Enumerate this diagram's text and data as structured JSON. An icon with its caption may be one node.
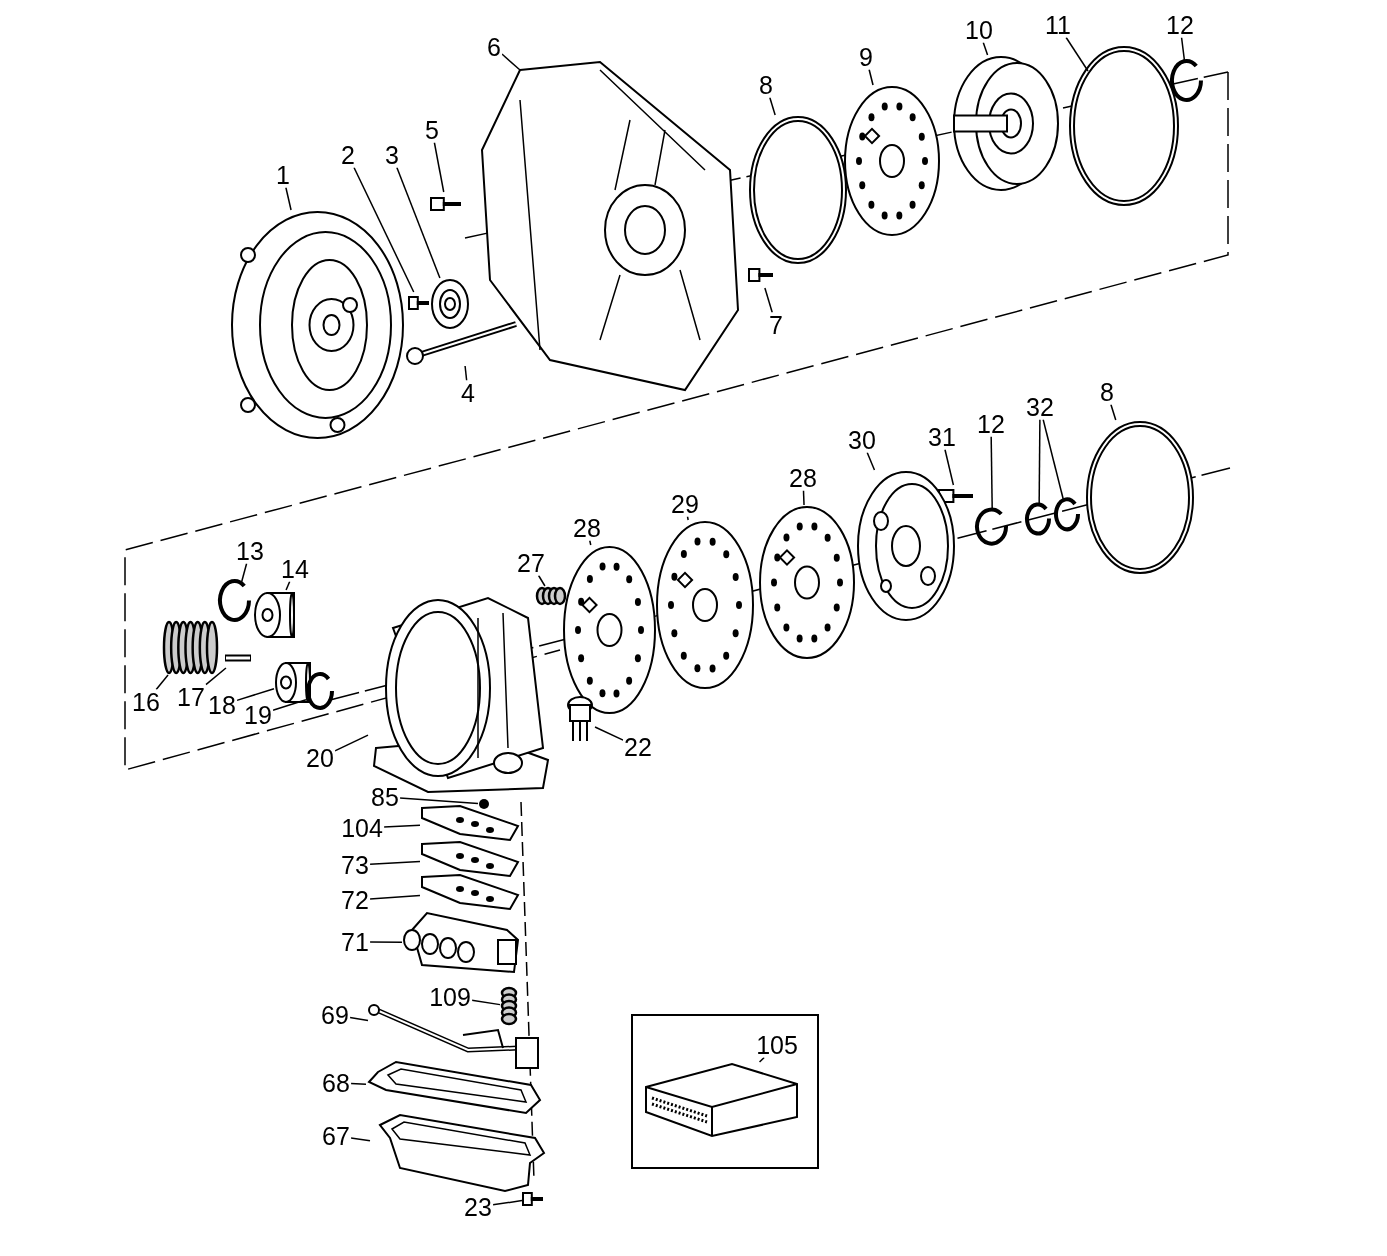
{
  "diagram": {
    "nodes": [
      {
        "text": [
          "1"
        ]
      },
      {
        "text": [],
        "shape": "picture"
      },
      {
        "text": [
          "2"
        ]
      },
      {
        "text": [],
        "shape": "picture"
      },
      {
        "text": [
          "3"
        ]
      },
      {
        "text": [],
        "shape": "picture"
      },
      {
        "text": [
          "5"
        ]
      },
      {
        "text": [],
        "shape": "picture"
      },
      {
        "text": [
          "6"
        ]
      },
      {
        "text": [],
        "shape": "picture"
      },
      {
        "text": [
          "4"
        ]
      },
      {
        "text": [],
        "shape": "picture"
      },
      {
        "text": [
          "7"
        ]
      },
      {
        "text": [],
        "shape": "picture"
      },
      {
        "text": [
          "8"
        ]
      },
      {
        "text": [],
        "shape": "picture"
      },
      {
        "text": [
          "9"
        ]
      },
      {
        "text": [],
        "shape": "picture"
      },
      {
        "text": [
          "10"
        ]
      },
      {
        "text": [],
        "shape": "picture"
      },
      {
        "text": [
          "11"
        ]
      },
      {
        "text": [],
        "shape": "picture"
      },
      {
        "text": [
          "12"
        ]
      },
      {
        "text": [],
        "shape": "picture"
      },
      {
        "text": [
          "31"
        ]
      },
      {
        "text": [],
        "shape": "picture"
      },
      {
        "text": [
          "12"
        ]
      },
      {
        "text": [],
        "shape": "picture"
      },
      {
        "text": [
          "32"
        ]
      },
      {
        "text": [],
        "shape": "picture"
      },
      {
        "text": [],
        "shape": "picture"
      },
      {
        "text": [
          "8"
        ]
      },
      {
        "text": [],
        "shape": "picture"
      },
      {
        "text": [
          "30"
        ]
      },
      {
        "text": [],
        "shape": "picture"
      },
      {
        "text": [
          "28"
        ]
      },
      {
        "text": [],
        "shape": "picture"
      },
      {
        "text": [
          "29"
        ]
      },
      {
        "text": [],
        "shape": "picture"
      },
      {
        "text": [
          "28"
        ]
      },
      {
        "text": [],
        "shape": "picture"
      },
      {
        "text": [
          "27"
        ]
      },
      {
        "text": [],
        "shape": "picture"
      },
      {
        "text": [
          "13"
        ]
      },
      {
        "text": [],
        "shape": "picture"
      },
      {
        "text": [
          "14"
        ]
      },
      {
        "text": [],
        "shape": "picture"
      },
      {
        "text": [
          "16"
        ]
      },
      {
        "text": [],
        "shape": "picture"
      },
      {
        "text": [
          "17"
        ]
      },
      {
        "text": [],
        "shape": "picture"
      },
      {
        "text": [
          "18"
        ]
      },
      {
        "text": [],
        "shape": "picture"
      },
      {
        "text": [
          "19"
        ]
      },
      {
        "text": [],
        "shape": "picture"
      },
      {
        "text": [
          "20"
        ]
      },
      {
        "text": [],
        "shape": "picture"
      },
      {
        "text": [
          "22"
        ]
      },
      {
        "text": [],
        "shape": "picture"
      },
      {
        "text": [
          "85"
        ]
      },
      {
        "text": [],
        "shape": "circle"
      },
      {
        "text": [
          "104"
        ]
      },
      {
        "text": [],
        "shape": "picture"
      },
      {
        "text": [
          "73"
        ]
      },
      {
        "text": [],
        "shape": "picture"
      },
      {
        "text": [
          "72"
        ]
      },
      {
        "text": [],
        "shape": "picture"
      },
      {
        "text": [
          "71"
        ]
      },
      {
        "text": [],
        "shape": "picture"
      },
      {
        "text": [
          "109"
        ]
      },
      {
        "text": [],
        "shape": "picture"
      },
      {
        "text": [
          "69"
        ]
      },
      {
        "text": [],
        "shape": "picture"
      },
      {
        "text": [
          "68"
        ]
      },
      {
        "text": [],
        "shape": "picture"
      },
      {
        "text": [
          "67"
        ]
      },
      {
        "text": [],
        "shape": "picture"
      },
      {
        "text": [
          "23"
        ]
      },
      {
        "text": [],
        "shape": "picture"
      },
      {
        "text": [
          "105"
        ]
      },
      {
        "text": [],
        "shape": "picture"
      }
    ],
    "edges": [
      {
        "from": 0,
        "to": 1,
        "arrow": "none"
      },
      {
        "from": 2,
        "to": 3,
        "arrow": "none"
      },
      {
        "from": 4,
        "to": 5,
        "arrow": "none"
      },
      {
        "from": 6,
        "to": 7,
        "arrow": "none"
      },
      {
        "from": 8,
        "to": 9,
        "arrow": "none"
      },
      {
        "from": 10,
        "to": 11,
        "arrow": "none"
      },
      {
        "from": 12,
        "to": 13,
        "arrow": "none"
      },
      {
        "from": 14,
        "to": 15,
        "arrow": "none"
      },
      {
        "from": 16,
        "to": 17,
        "arrow": "none"
      },
      {
        "from": 18,
        "to": 19,
        "arrow": "none"
      },
      {
        "from": 20,
        "to": 21,
        "arrow": "none"
      },
      {
        "from": 22,
        "to": 23,
        "arrow": "none"
      },
      {
        "from": 24,
        "to": 25,
        "arrow": "none"
      },
      {
        "from": 26,
        "to": 27,
        "arrow": "none"
      },
      {
        "from": 28,
        "to": 29,
        "arrow": "none"
      },
      {
        "from": 28,
        "to": 30,
        "arrow": "none"
      },
      {
        "from": 31,
        "to": 32,
        "arrow": "none"
      },
      {
        "from": 33,
        "to": 34,
        "arrow": "none"
      },
      {
        "from": 35,
        "to": 36,
        "arrow": "none"
      },
      {
        "from": 37,
        "to": 38,
        "arrow": "none"
      },
      {
        "from": 39,
        "to": 40,
        "arrow": "none"
      },
      {
        "from": 41,
        "to": 42,
        "arrow": "none"
      },
      {
        "from": 43,
        "to": 44,
        "arrow": "none"
      },
      {
        "from": 45,
        "to": 46,
        "arrow": "none"
      },
      {
        "from": 47,
        "to": 48,
        "arrow": "none"
      },
      {
        "from": 49,
        "to": 50,
        "arrow": "none"
      },
      {
        "from": 51,
        "to": 52,
        "arrow": "none"
      },
      {
        "from": 53,
        "to": 54,
        "arrow": "none"
      },
      {
        "from": 55,
        "to": 56,
        "arrow": "none"
      },
      {
        "from": 57,
        "to": 58,
        "arrow": "none"
      },
      {
        "from": 59,
        "to": 60,
        "arrow": "none"
      },
      {
        "from": 61,
        "to": 62,
        "arrow": "none"
      },
      {
        "from": 63,
        "to": 64,
        "arrow": "none"
      },
      {
        "from": 65,
        "to": 66,
        "arrow": "none"
      },
      {
        "from": 67,
        "to": 68,
        "arrow": "none"
      },
      {
        "from": 69,
        "to": 70,
        "arrow": "none"
      },
      {
        "from": 71,
        "to": 72,
        "arrow": "none"
      },
      {
        "from": 73,
        "to": 74,
        "arrow": "none"
      },
      {
        "from": 75,
        "to": 76,
        "arrow": "none"
      },
      {
        "from": 77,
        "to": 78,
        "arrow": "none"
      },
      {
        "from": 79,
        "to": 80,
        "arrow": "none"
      }
    ]
  }
}
